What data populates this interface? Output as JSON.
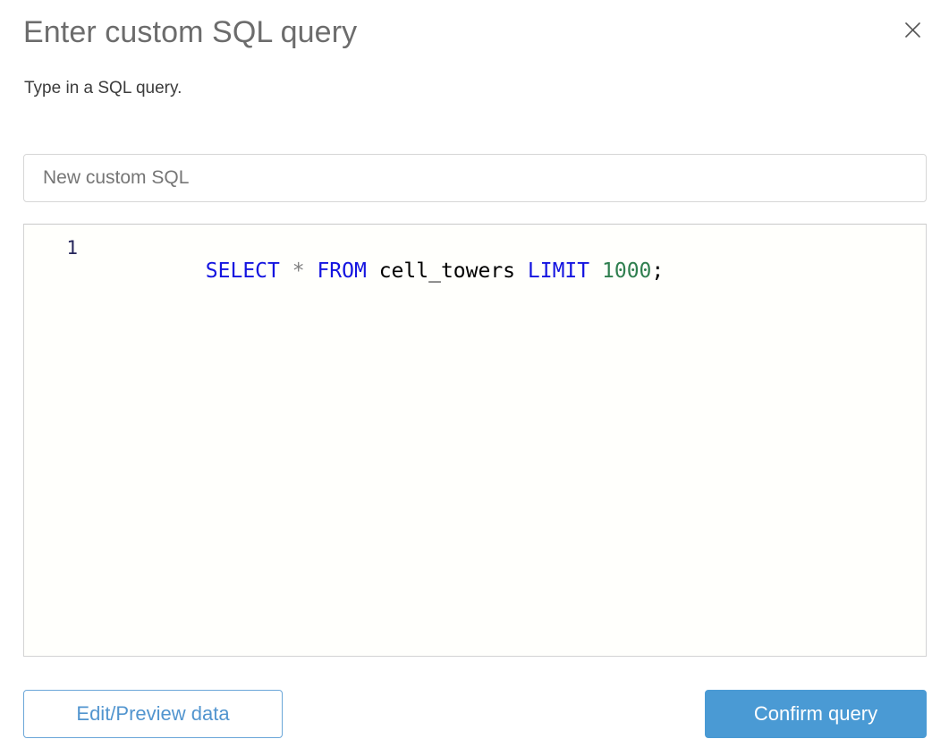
{
  "dialog": {
    "title": "Enter custom SQL query",
    "subtitle": "Type in a SQL query.",
    "close_icon": "close-icon"
  },
  "name_field": {
    "value": "New custom SQL",
    "placeholder": "New custom SQL"
  },
  "editor": {
    "line_number": "1",
    "tokens": [
      {
        "text": "SELECT",
        "type": "keyword"
      },
      {
        "text": " ",
        "type": "plain"
      },
      {
        "text": "*",
        "type": "operator"
      },
      {
        "text": " ",
        "type": "plain"
      },
      {
        "text": "FROM",
        "type": "keyword"
      },
      {
        "text": " ",
        "type": "plain"
      },
      {
        "text": "cell_towers",
        "type": "identifier"
      },
      {
        "text": " ",
        "type": "plain"
      },
      {
        "text": "LIMIT",
        "type": "keyword"
      },
      {
        "text": " ",
        "type": "plain"
      },
      {
        "text": "1000",
        "type": "number"
      },
      {
        "text": ";",
        "type": "punctuation"
      }
    ],
    "full_text": "SELECT * FROM cell_towers LIMIT 1000;"
  },
  "footer": {
    "secondary_label": "Edit/Preview data",
    "primary_label": "Confirm query"
  },
  "colors": {
    "accent": "#4a9ad4",
    "accent_outline": "#6aa6d8",
    "accent_text": "#5295cf",
    "title_text": "#6c6c6c",
    "subtitle_text": "#3c3c3c",
    "keyword": "#1414e0",
    "number": "#2f7f4f",
    "operator": "#808080",
    "identifier": "#000000",
    "editor_bg": "#fffffc",
    "border": "#d6d6d6"
  }
}
